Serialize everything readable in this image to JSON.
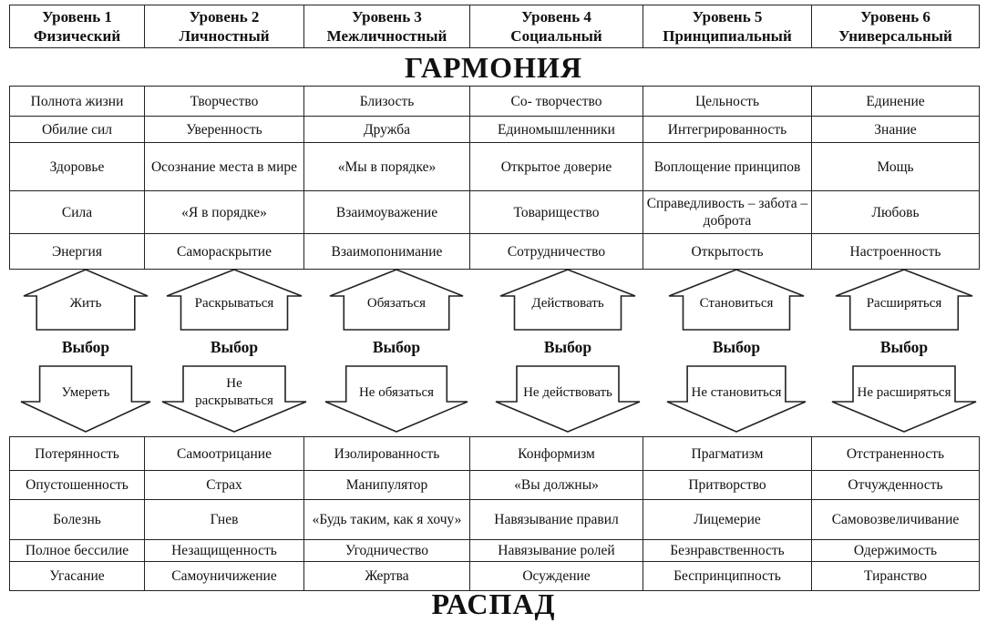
{
  "levels": [
    {
      "num": "Уровень 1",
      "name": "Физический"
    },
    {
      "num": "Уровень 2",
      "name": "Личностный"
    },
    {
      "num": "Уровень 3",
      "name": "Межличностный"
    },
    {
      "num": "Уровень 4",
      "name": "Социальный"
    },
    {
      "num": "Уровень 5",
      "name": "Принципиальный"
    },
    {
      "num": "Уровень 6",
      "name": "Универсальный"
    }
  ],
  "harmony_title": "ГАРМОНИЯ",
  "harmony_rows": [
    [
      "Полнота жизни",
      "Творчество",
      "Близость",
      "Со- творчество",
      "Цельность",
      "Единение"
    ],
    [
      "Обилие сил",
      "Уверенность",
      "Дружба",
      "Единомышленники",
      "Интегрированность",
      "Знание"
    ],
    [
      "Здоровье",
      "Осознание места в мире",
      "«Мы в порядке»",
      "Открытое доверие",
      "Воплощение принципов",
      "Мощь"
    ],
    [
      "Сила",
      "«Я в порядке»",
      "Взаимоуважение",
      "Товарищество",
      "Справедливость – забота – доброта",
      "Любовь"
    ],
    [
      "Энергия",
      "Самораскрытие",
      "Взаимопонимание",
      "Сотрудничество",
      "Открытость",
      "Настроенность"
    ]
  ],
  "up_arrows": [
    "Жить",
    "Раскрываться",
    "Обязаться",
    "Действовать",
    "Становиться",
    "Расширяться"
  ],
  "choice_label": "Выбор",
  "down_arrows": [
    "Умереть",
    "Не раскрываться",
    "Не обязаться",
    "Не действовать",
    "Не становиться",
    "Не расширяться"
  ],
  "decay_rows": [
    [
      "Потерянность",
      "Самоотрицание",
      "Изолированность",
      "Конформизм",
      "Прагматизм",
      "Отстраненность"
    ],
    [
      "Опустошенность",
      "Страх",
      "Манипулятор",
      "«Вы должны»",
      "Притворство",
      "Отчужденность"
    ],
    [
      "Болезнь",
      "Гнев",
      "«Будь таким, как я хочу»",
      "Навязывание правил",
      "Лицемерие",
      "Самовозвеличивание"
    ],
    [
      "Полное бессилие",
      "Незащищенность",
      "Угодничество",
      "Навязывание ролей",
      "Безнравственность",
      "Одержимость"
    ],
    [
      "Угасание",
      "Самоуничижение",
      "Жертва",
      "Осуждение",
      "Беспринципность",
      "Тиранство"
    ]
  ],
  "decay_title": "РАСПАД"
}
